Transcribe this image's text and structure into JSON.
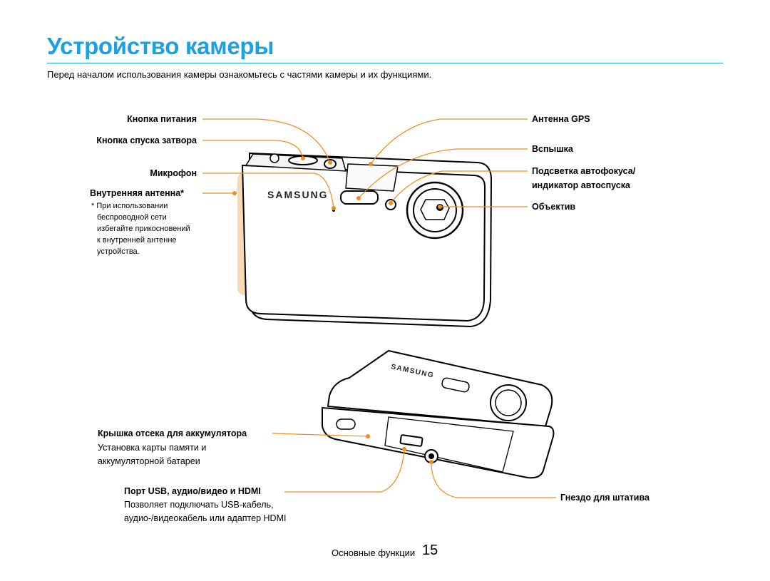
{
  "page": {
    "title": "Устройство камеры",
    "intro": "Перед началом использования камеры ознакомьтесь с частями камеры и их функциями."
  },
  "front_view": {
    "brand_logo": "SAMSUNG",
    "labels": {
      "power_button": "Кнопка питания",
      "shutter_button": "Кнопка спуска затвора",
      "microphone": "Микрофон",
      "internal_antenna": "Внутренняя антенна*",
      "gps_antenna": "Антенна GPS",
      "flash": "Вспышка",
      "af_lamp_line1": "Подсветка автофокуса/",
      "af_lamp_line2": "индикатор автоспуска",
      "lens": "Объектив"
    },
    "antenna_note": [
      "* При использовании",
      "беспроводной сети",
      "избегайте прикосновений",
      "к внутренней антенне",
      "устройства."
    ]
  },
  "bottom_view": {
    "brand_logo": "SAMSUNG",
    "labels": {
      "battery_cover": "Крышка отсека для аккумулятора",
      "battery_cover_desc": [
        "Установка карты памяти и",
        "аккумуляторной батареи"
      ],
      "usb_port": "Порт USB, аудио/видео и HDMI",
      "usb_port_desc": [
        "Позволяет подключать USB-кабель,",
        "аудио-/видеокабель или адаптер HDMI"
      ],
      "tripod_socket": "Гнездо для штатива"
    }
  },
  "footer": {
    "section": "Основные функции",
    "page_number": "15"
  },
  "colors": {
    "title": "#1aa1e1",
    "leader_line": "#f08c1e",
    "antenna_highlight": "#fbd9b4"
  }
}
